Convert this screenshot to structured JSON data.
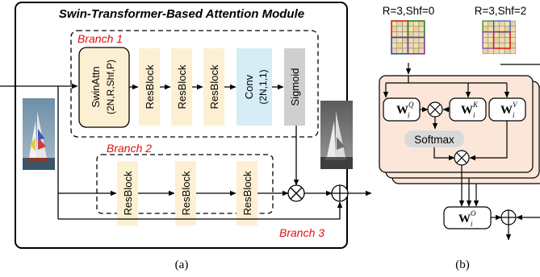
{
  "panel_a": {
    "title": "Swin-Transformer-Based Attention Module",
    "branch1_label": "Branch 1",
    "branch2_label": "Branch 2",
    "branch3_label": "Branch 3",
    "swin_line1": "SwinAttn",
    "swin_line2": "(2N,R,Shf,P)",
    "resblock": "ResBlock",
    "conv_line1": "Conv",
    "conv_line2": "(2N,1,1)",
    "sigmoid": "Sigmoid",
    "caption": "(a)"
  },
  "panel_b": {
    "window1_label": "R=3,Shf=0",
    "window2_label": "R=3,Shf=2",
    "wq": "W",
    "wq_sup": "Q",
    "wk": "W",
    "wk_sup": "K",
    "wv": "W",
    "wv_sup": "V",
    "wo": "W",
    "wo_sup": "O",
    "sub_i": "i",
    "softmax": "Softmax",
    "caption": "(b)"
  },
  "colors": {
    "resblock_fill": "#fdf0d2",
    "conv_fill": "#d6ecf6",
    "sigmoid_fill": "#cfcfcf",
    "swin_fill": "#fdf0d2",
    "branch_label": "#e01010",
    "attention_card": "#fbe6d9",
    "softmax_fill": "#d9d9d9"
  }
}
